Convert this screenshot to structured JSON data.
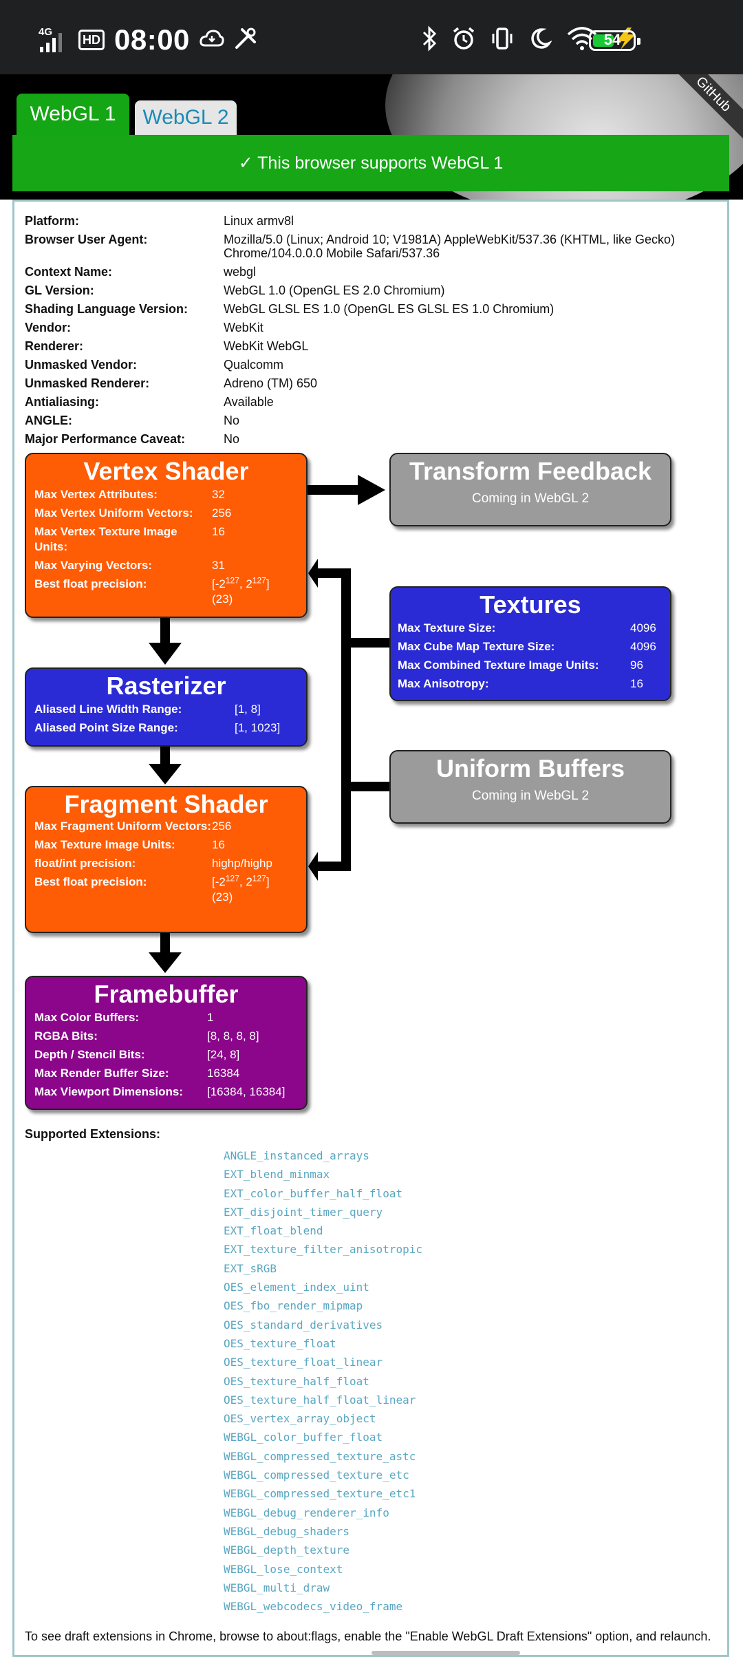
{
  "status_bar": {
    "network": "4G",
    "hd": "HD",
    "time": "08:00",
    "battery": "54",
    "battery_level": 0.54
  },
  "header": {
    "ribbon": "GitHub",
    "tabs": [
      {
        "label": "WebGL 1",
        "active": true
      },
      {
        "label": "WebGL 2",
        "active": false
      }
    ],
    "banner": "✓ This browser supports WebGL 1"
  },
  "info": [
    {
      "key": "Platform:",
      "value": "Linux armv8l"
    },
    {
      "key": "Browser User Agent:",
      "value": "Mozilla/5.0 (Linux; Android 10; V1981A) AppleWebKit/537.36 (KHTML, like Gecko) Chrome/104.0.0.0 Mobile Safari/537.36"
    },
    {
      "key": "Context Name:",
      "value": "webgl"
    },
    {
      "key": "GL Version:",
      "value": "WebGL 1.0 (OpenGL ES 2.0 Chromium)"
    },
    {
      "key": "Shading Language Version:",
      "value": "WebGL GLSL ES 1.0 (OpenGL ES GLSL ES 1.0 Chromium)"
    },
    {
      "key": "Vendor:",
      "value": "WebKit"
    },
    {
      "key": "Renderer:",
      "value": "WebKit WebGL"
    },
    {
      "key": "Unmasked Vendor:",
      "value": "Qualcomm"
    },
    {
      "key": "Unmasked Renderer:",
      "value": "Adreno (TM) 650"
    },
    {
      "key": "Antialiasing:",
      "value": "Available"
    },
    {
      "key": "ANGLE:",
      "value": "No"
    },
    {
      "key": "Major Performance Caveat:",
      "value": "No"
    }
  ],
  "vertex_shader": {
    "title": "Vertex Shader",
    "props": [
      {
        "key": "Max Vertex Attributes:",
        "value": "32"
      },
      {
        "key": "Max Vertex Uniform Vectors:",
        "value": "256"
      },
      {
        "key": "Max Vertex Texture Image Units:",
        "value": "16"
      },
      {
        "key": "Max Varying Vectors:",
        "value": "31"
      }
    ],
    "precision_key": "Best float precision:",
    "precision": {
      "lb": "[-2",
      "exp1": "127",
      "mid": ", 2",
      "exp2": "127",
      "rb": "]",
      "bits": "(23)"
    }
  },
  "transform_feedback": {
    "title": "Transform Feedback",
    "note": "Coming in WebGL 2"
  },
  "textures": {
    "title": "Textures",
    "props": [
      {
        "key": "Max Texture Size:",
        "value": "4096"
      },
      {
        "key": "Max Cube Map Texture Size:",
        "value": "4096"
      },
      {
        "key": "Max Combined Texture Image Units:",
        "value": "96"
      },
      {
        "key": "Max Anisotropy:",
        "value": "16"
      }
    ]
  },
  "rasterizer": {
    "title": "Rasterizer",
    "props": [
      {
        "key": "Aliased Line Width Range:",
        "value": "[1, 8]"
      },
      {
        "key": "Aliased Point Size Range:",
        "value": "[1, 1023]"
      }
    ]
  },
  "uniform_buffers": {
    "title": "Uniform Buffers",
    "note": "Coming in WebGL 2"
  },
  "fragment_shader": {
    "title": "Fragment Shader",
    "props": [
      {
        "key": "Max Fragment Uniform Vectors:",
        "value": "256"
      },
      {
        "key": "Max Texture Image Units:",
        "value": "16"
      },
      {
        "key": "float/int precision:",
        "value": "highp/highp"
      }
    ],
    "precision_key": "Best float precision:",
    "precision": {
      "lb": "[-2",
      "exp1": "127",
      "mid": ", 2",
      "exp2": "127",
      "rb": "]",
      "bits": "(23)"
    }
  },
  "framebuffer": {
    "title": "Framebuffer",
    "props": [
      {
        "key": "Max Color Buffers:",
        "value": "1"
      },
      {
        "key": "RGBA Bits:",
        "value": "[8, 8, 8, 8]"
      },
      {
        "key": "Depth / Stencil Bits:",
        "value": "[24, 8]"
      },
      {
        "key": "Max Render Buffer Size:",
        "value": "16384"
      },
      {
        "key": "Max Viewport Dimensions:",
        "value": "[16384, 16384]"
      }
    ]
  },
  "extensions": {
    "label": "Supported Extensions:",
    "items": [
      "ANGLE_instanced_arrays",
      "EXT_blend_minmax",
      "EXT_color_buffer_half_float",
      "EXT_disjoint_timer_query",
      "EXT_float_blend",
      "EXT_texture_filter_anisotropic",
      "EXT_sRGB",
      "OES_element_index_uint",
      "OES_fbo_render_mipmap",
      "OES_standard_derivatives",
      "OES_texture_float",
      "OES_texture_float_linear",
      "OES_texture_half_float",
      "OES_texture_half_float_linear",
      "OES_vertex_array_object",
      "WEBGL_color_buffer_float",
      "WEBGL_compressed_texture_astc",
      "WEBGL_compressed_texture_etc",
      "WEBGL_compressed_texture_etc1",
      "WEBGL_debug_renderer_info",
      "WEBGL_debug_shaders",
      "WEBGL_depth_texture",
      "WEBGL_lose_context",
      "WEBGL_multi_draw",
      "WEBGL_webcodecs_video_frame"
    ],
    "footer": "To see draft extensions in Chrome, browse to about:flags, enable the \"Enable WebGL Draft Extensions\" option, and relaunch."
  },
  "colors": {
    "green": "#16a616",
    "orange": "#ff5c06",
    "blue": "#2b2bd6",
    "gray": "#9b9b9b",
    "purple": "#8b068b",
    "link": "#5aa7c2"
  }
}
